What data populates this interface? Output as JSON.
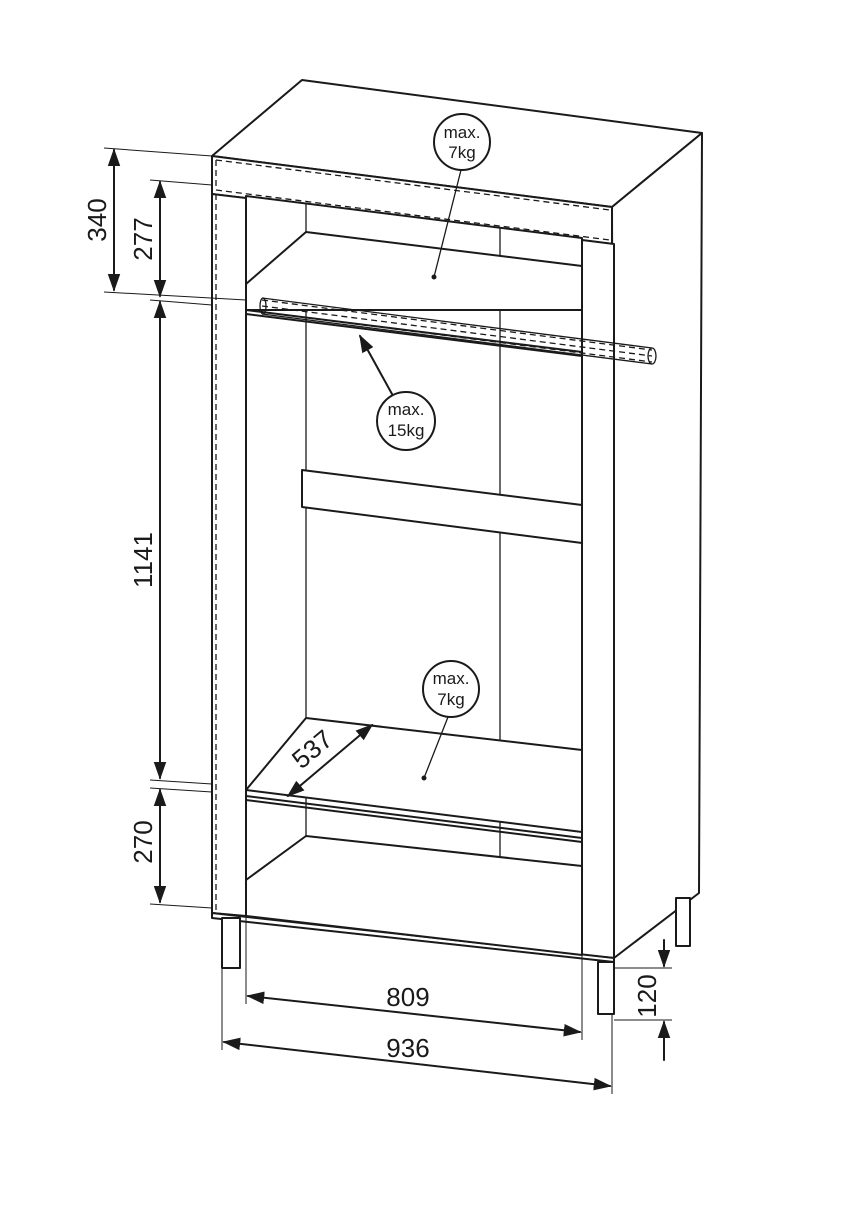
{
  "dimensions": {
    "top_total": "340",
    "top_shelf": "277",
    "middle": "1141",
    "bottom": "270",
    "shelf_depth": "537",
    "inner_width": "809",
    "outer_width": "936",
    "leg_height": "120"
  },
  "load_labels": {
    "top": {
      "line1": "max.",
      "line2": "7kg"
    },
    "rail": {
      "line1": "max.",
      "line2": "15kg"
    },
    "shelf": {
      "line1": "max.",
      "line2": "7kg"
    }
  }
}
